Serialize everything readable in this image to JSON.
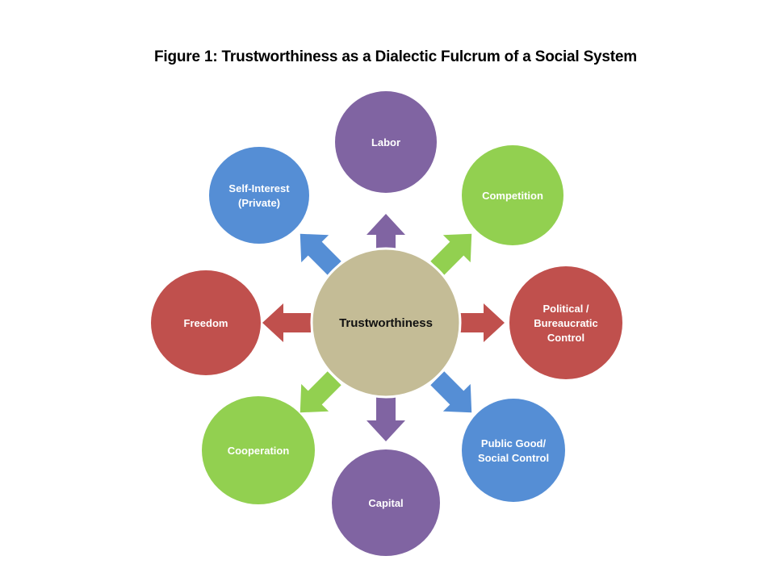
{
  "title": "Figure 1: Trustworthiness as a Dialectic Fulcrum of a Social System",
  "center": {
    "label": "Trustworthiness",
    "color": "#c4bc96"
  },
  "nodes": [
    {
      "id": "labor",
      "lines": [
        "Labor"
      ],
      "color": "#8064a2",
      "direction": "up"
    },
    {
      "id": "competition",
      "lines": [
        "Competition"
      ],
      "color": "#92d050",
      "direction": "up-right"
    },
    {
      "id": "political-bureaucratic-control",
      "lines": [
        "Political /",
        "Bureaucratic",
        "Control"
      ],
      "color": "#c0504d",
      "direction": "right"
    },
    {
      "id": "public-good-social-control",
      "lines": [
        "Public Good/",
        "Social Control"
      ],
      "color": "#558ed5",
      "direction": "down-right"
    },
    {
      "id": "capital",
      "lines": [
        "Capital"
      ],
      "color": "#8064a2",
      "direction": "down"
    },
    {
      "id": "cooperation",
      "lines": [
        "Cooperation"
      ],
      "color": "#92d050",
      "direction": "down-left"
    },
    {
      "id": "freedom",
      "lines": [
        "Freedom"
      ],
      "color": "#c0504d",
      "direction": "left"
    },
    {
      "id": "self-interest-private",
      "lines": [
        "Self-Interest",
        "(Private)"
      ],
      "color": "#558ed5",
      "direction": "up-left"
    }
  ]
}
